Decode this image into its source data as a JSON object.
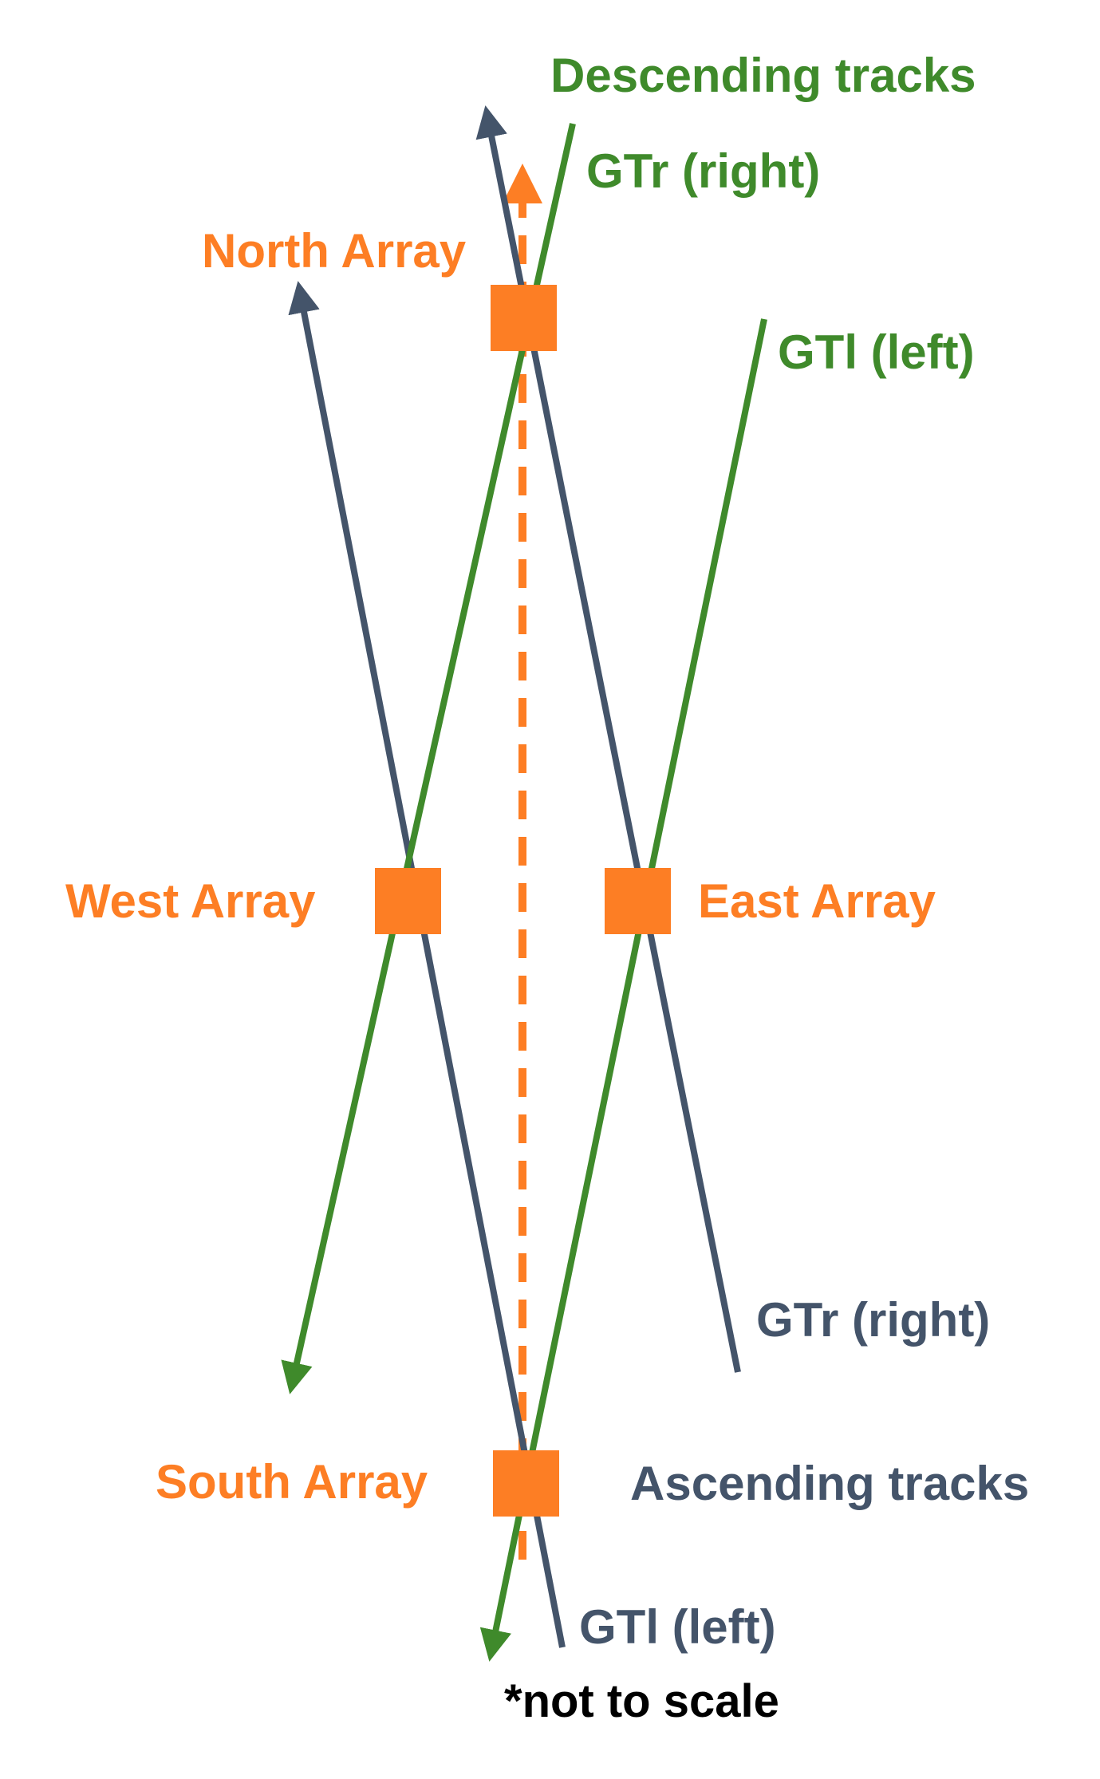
{
  "colors": {
    "descending": "#3f8a2b",
    "ascending": "#44546a",
    "array": "#fd7e24",
    "note": "#000000"
  },
  "labels": {
    "descending_tracks": "Descending tracks",
    "ascending_tracks": "Ascending tracks",
    "desc_gtr": "GTr (right)",
    "desc_gtl": "GTl (left)",
    "asc_gtr": "GTr (right)",
    "asc_gtl": "GTl (left)",
    "north_array": "North Array",
    "west_array": "West Array",
    "east_array": "East Array",
    "south_array": "South Array",
    "note": "*not to scale"
  },
  "icons": {
    "array_marker": "orange-square",
    "track_arrow": "arrowhead",
    "north_direction": "dashed-arrow"
  }
}
